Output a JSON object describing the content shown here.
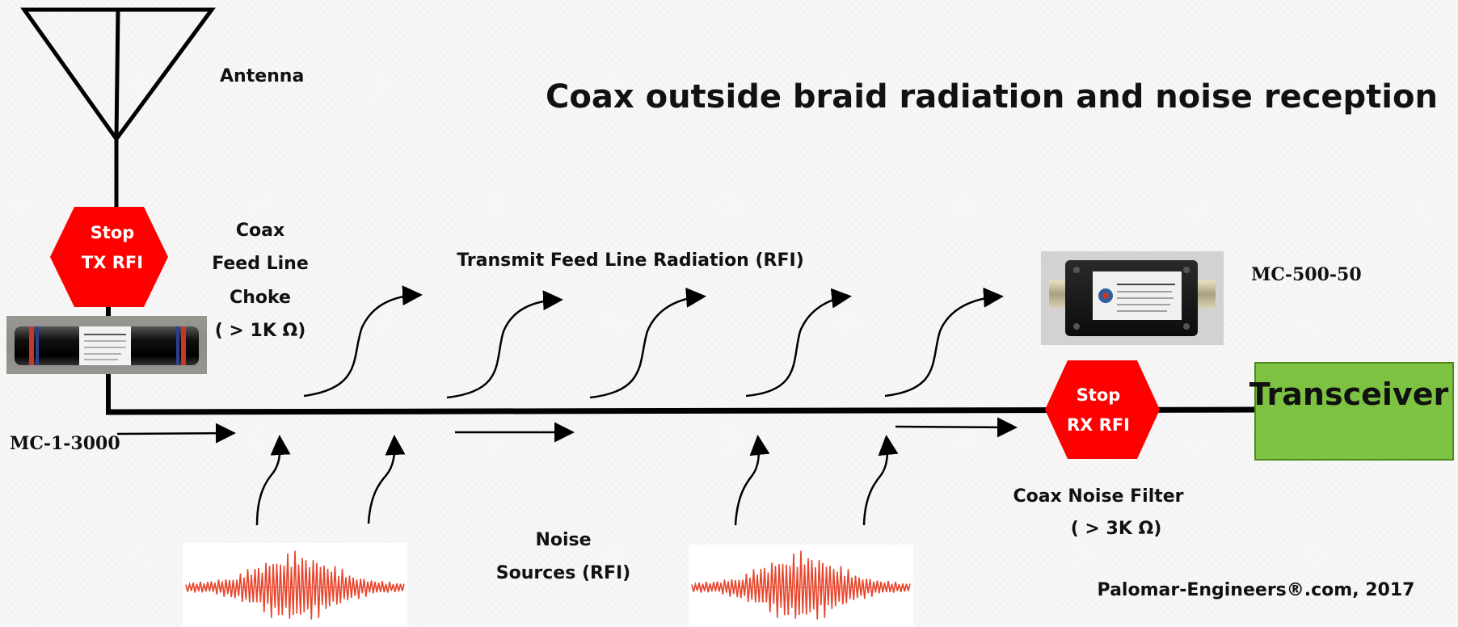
{
  "title": "Coax outside braid radiation and noise reception",
  "labels": {
    "antenna": "Antenna",
    "choke_line1": "Coax",
    "choke_line2": "Feed Line",
    "choke_line3": "Choke",
    "choke_line4": "( > 1K Ω)",
    "tx_radiation": "Transmit Feed Line Radiation (RFI)",
    "mc1": "MC-1-3000",
    "mc500": "MC-500-50",
    "noise_line1": "Noise",
    "noise_line2": "Sources (RFI)",
    "filter_line1": "Coax Noise Filter",
    "filter_line2": "( > 3K Ω)",
    "footer": "Palomar-Engineers®.com, 2017"
  },
  "stop_tx": {
    "line1": "Stop",
    "line2": "TX RFI"
  },
  "stop_rx": {
    "line1": "Stop",
    "line2": "RX RFI"
  },
  "transceiver": "Transceiver",
  "colors": {
    "stop_sign": "#ff0000",
    "transceiver": "#7dc242",
    "transceiver_border": "#4d8a1f",
    "noise_wave": "#e8442b",
    "line": "#000000"
  },
  "icons": {
    "antenna": "antenna-icon",
    "choke": "choke-photo",
    "filter": "filter-photo",
    "noise": "noise-waveform-icon"
  }
}
